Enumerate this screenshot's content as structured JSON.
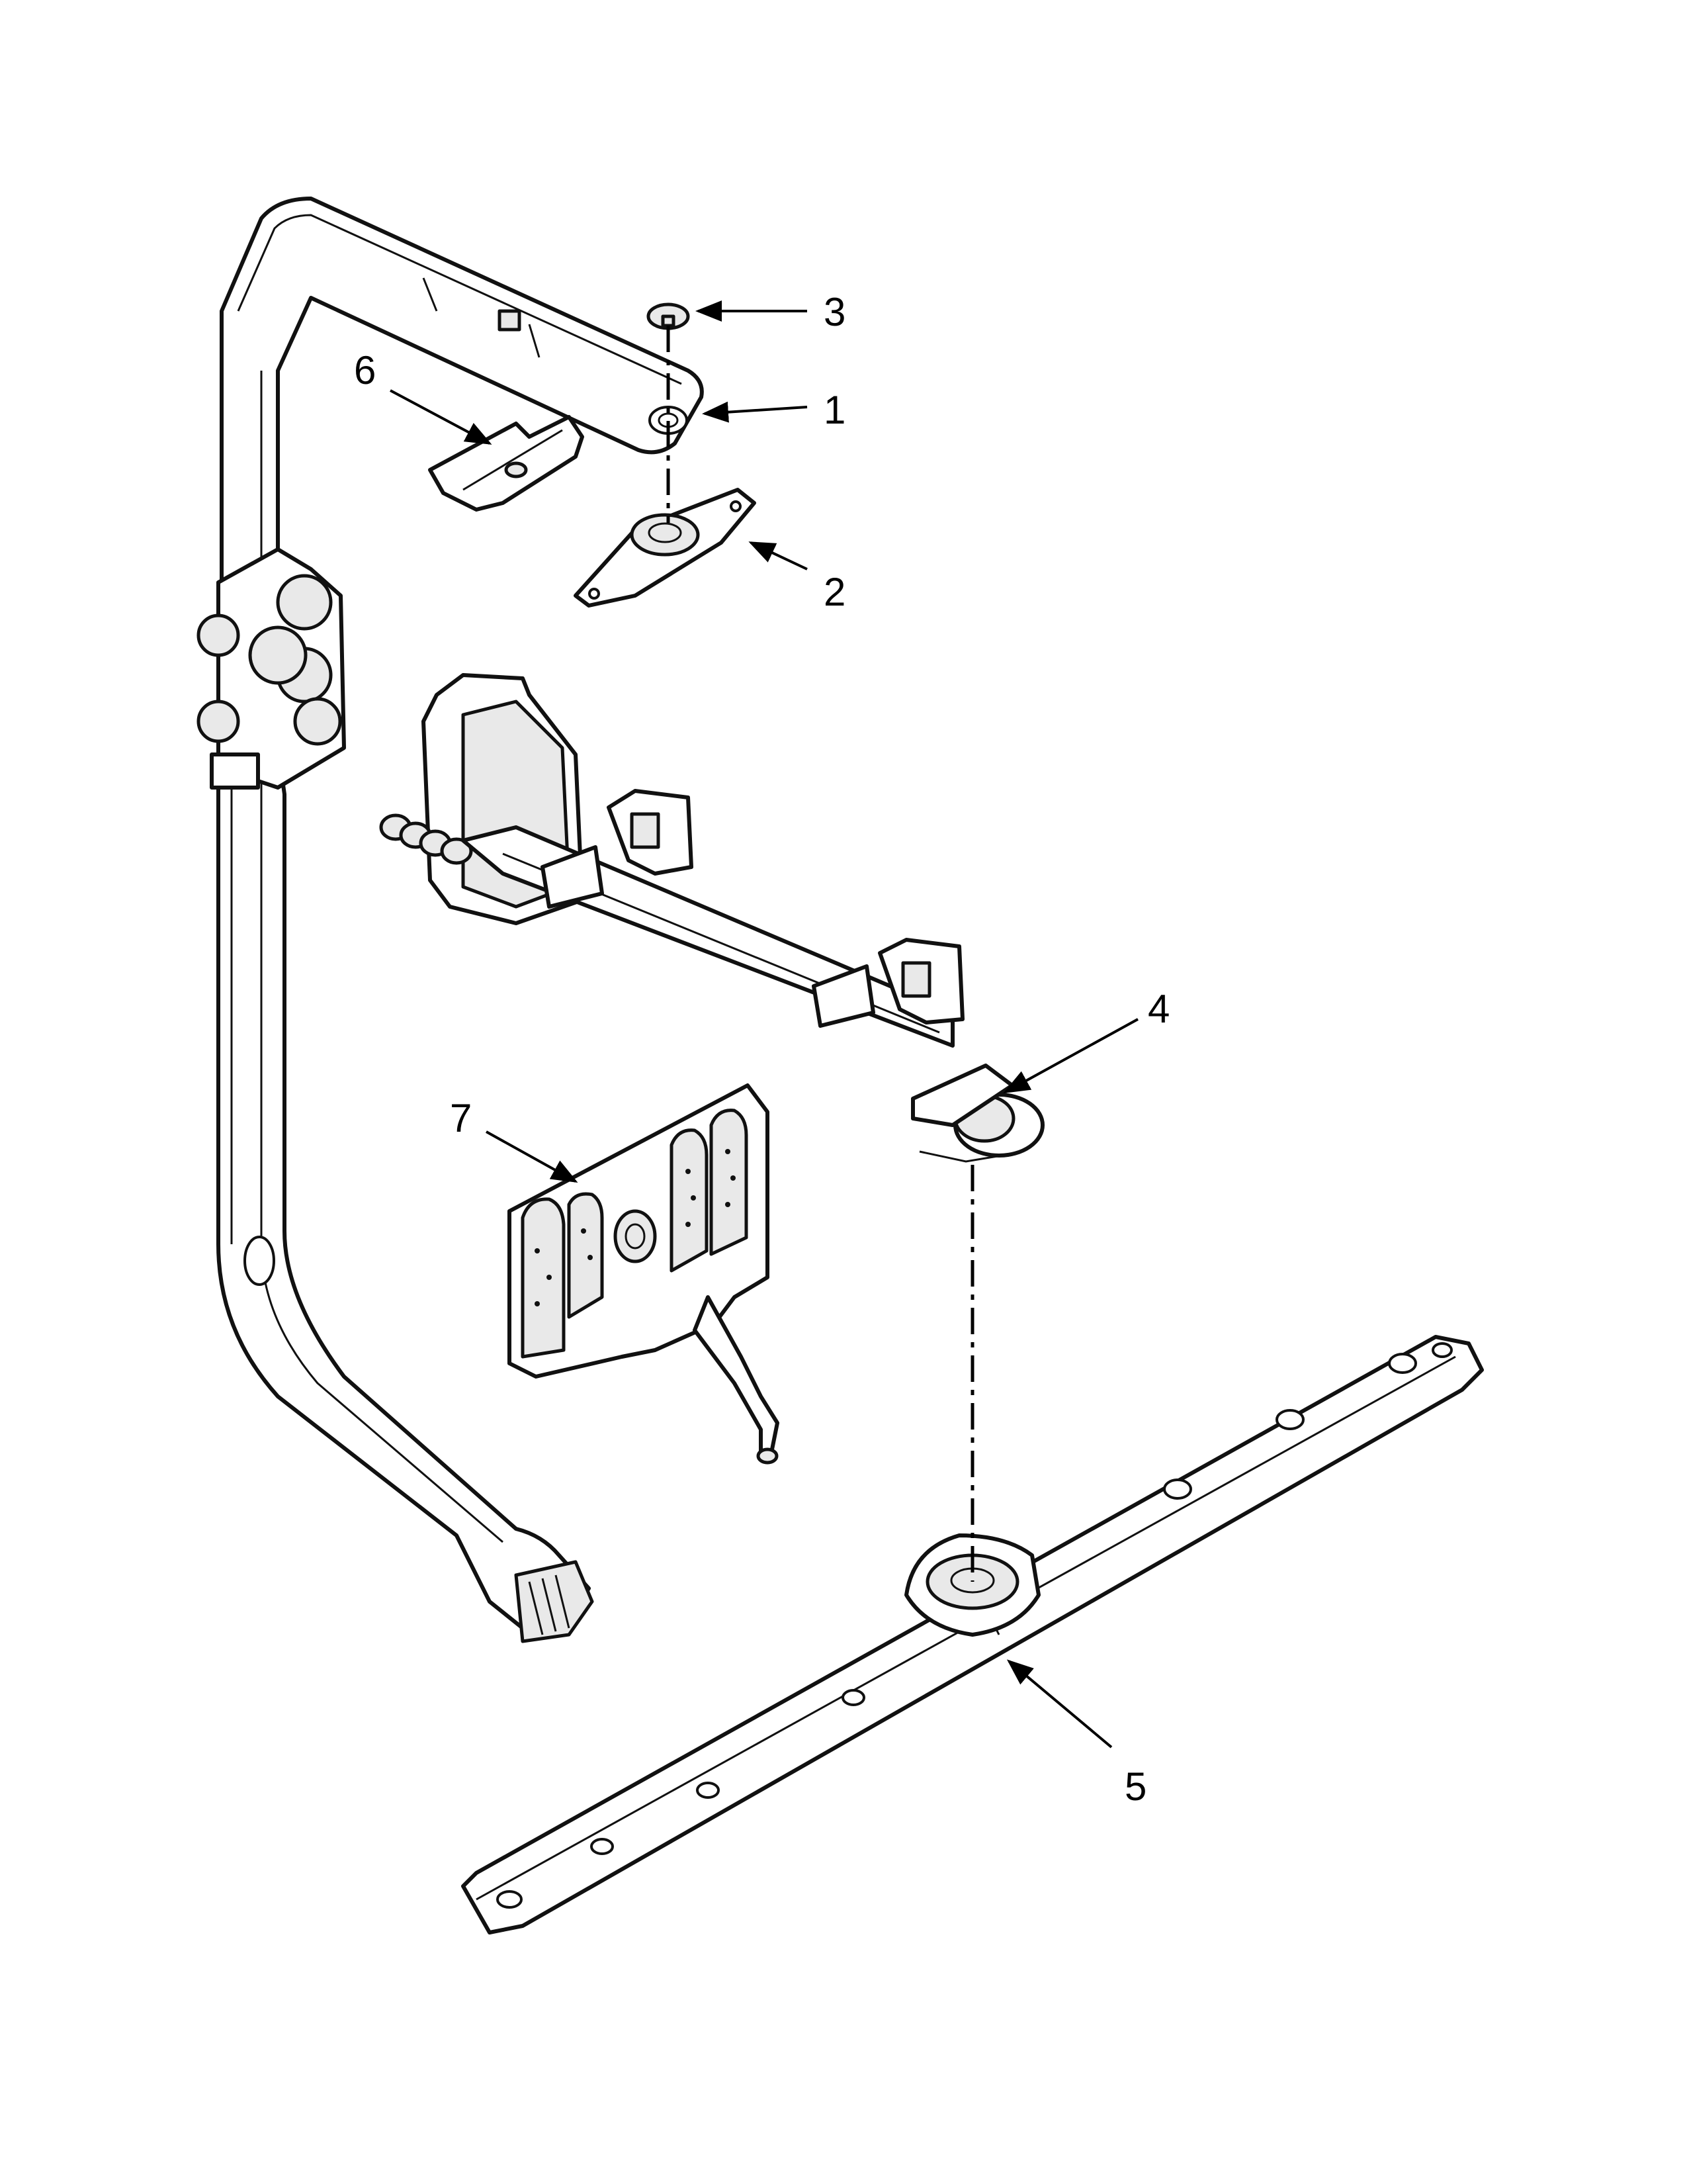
{
  "callouts": [
    {
      "id": "c1",
      "label": "1"
    },
    {
      "id": "c2",
      "label": "2"
    },
    {
      "id": "c3",
      "label": "3"
    },
    {
      "id": "c4",
      "label": "4"
    },
    {
      "id": "c5",
      "label": "5"
    },
    {
      "id": "c6",
      "label": "6"
    },
    {
      "id": "c7",
      "label": "7"
    }
  ],
  "colors": {
    "line": "#111111",
    "fill": "#ffffff",
    "shade": "#e9e9e9"
  }
}
